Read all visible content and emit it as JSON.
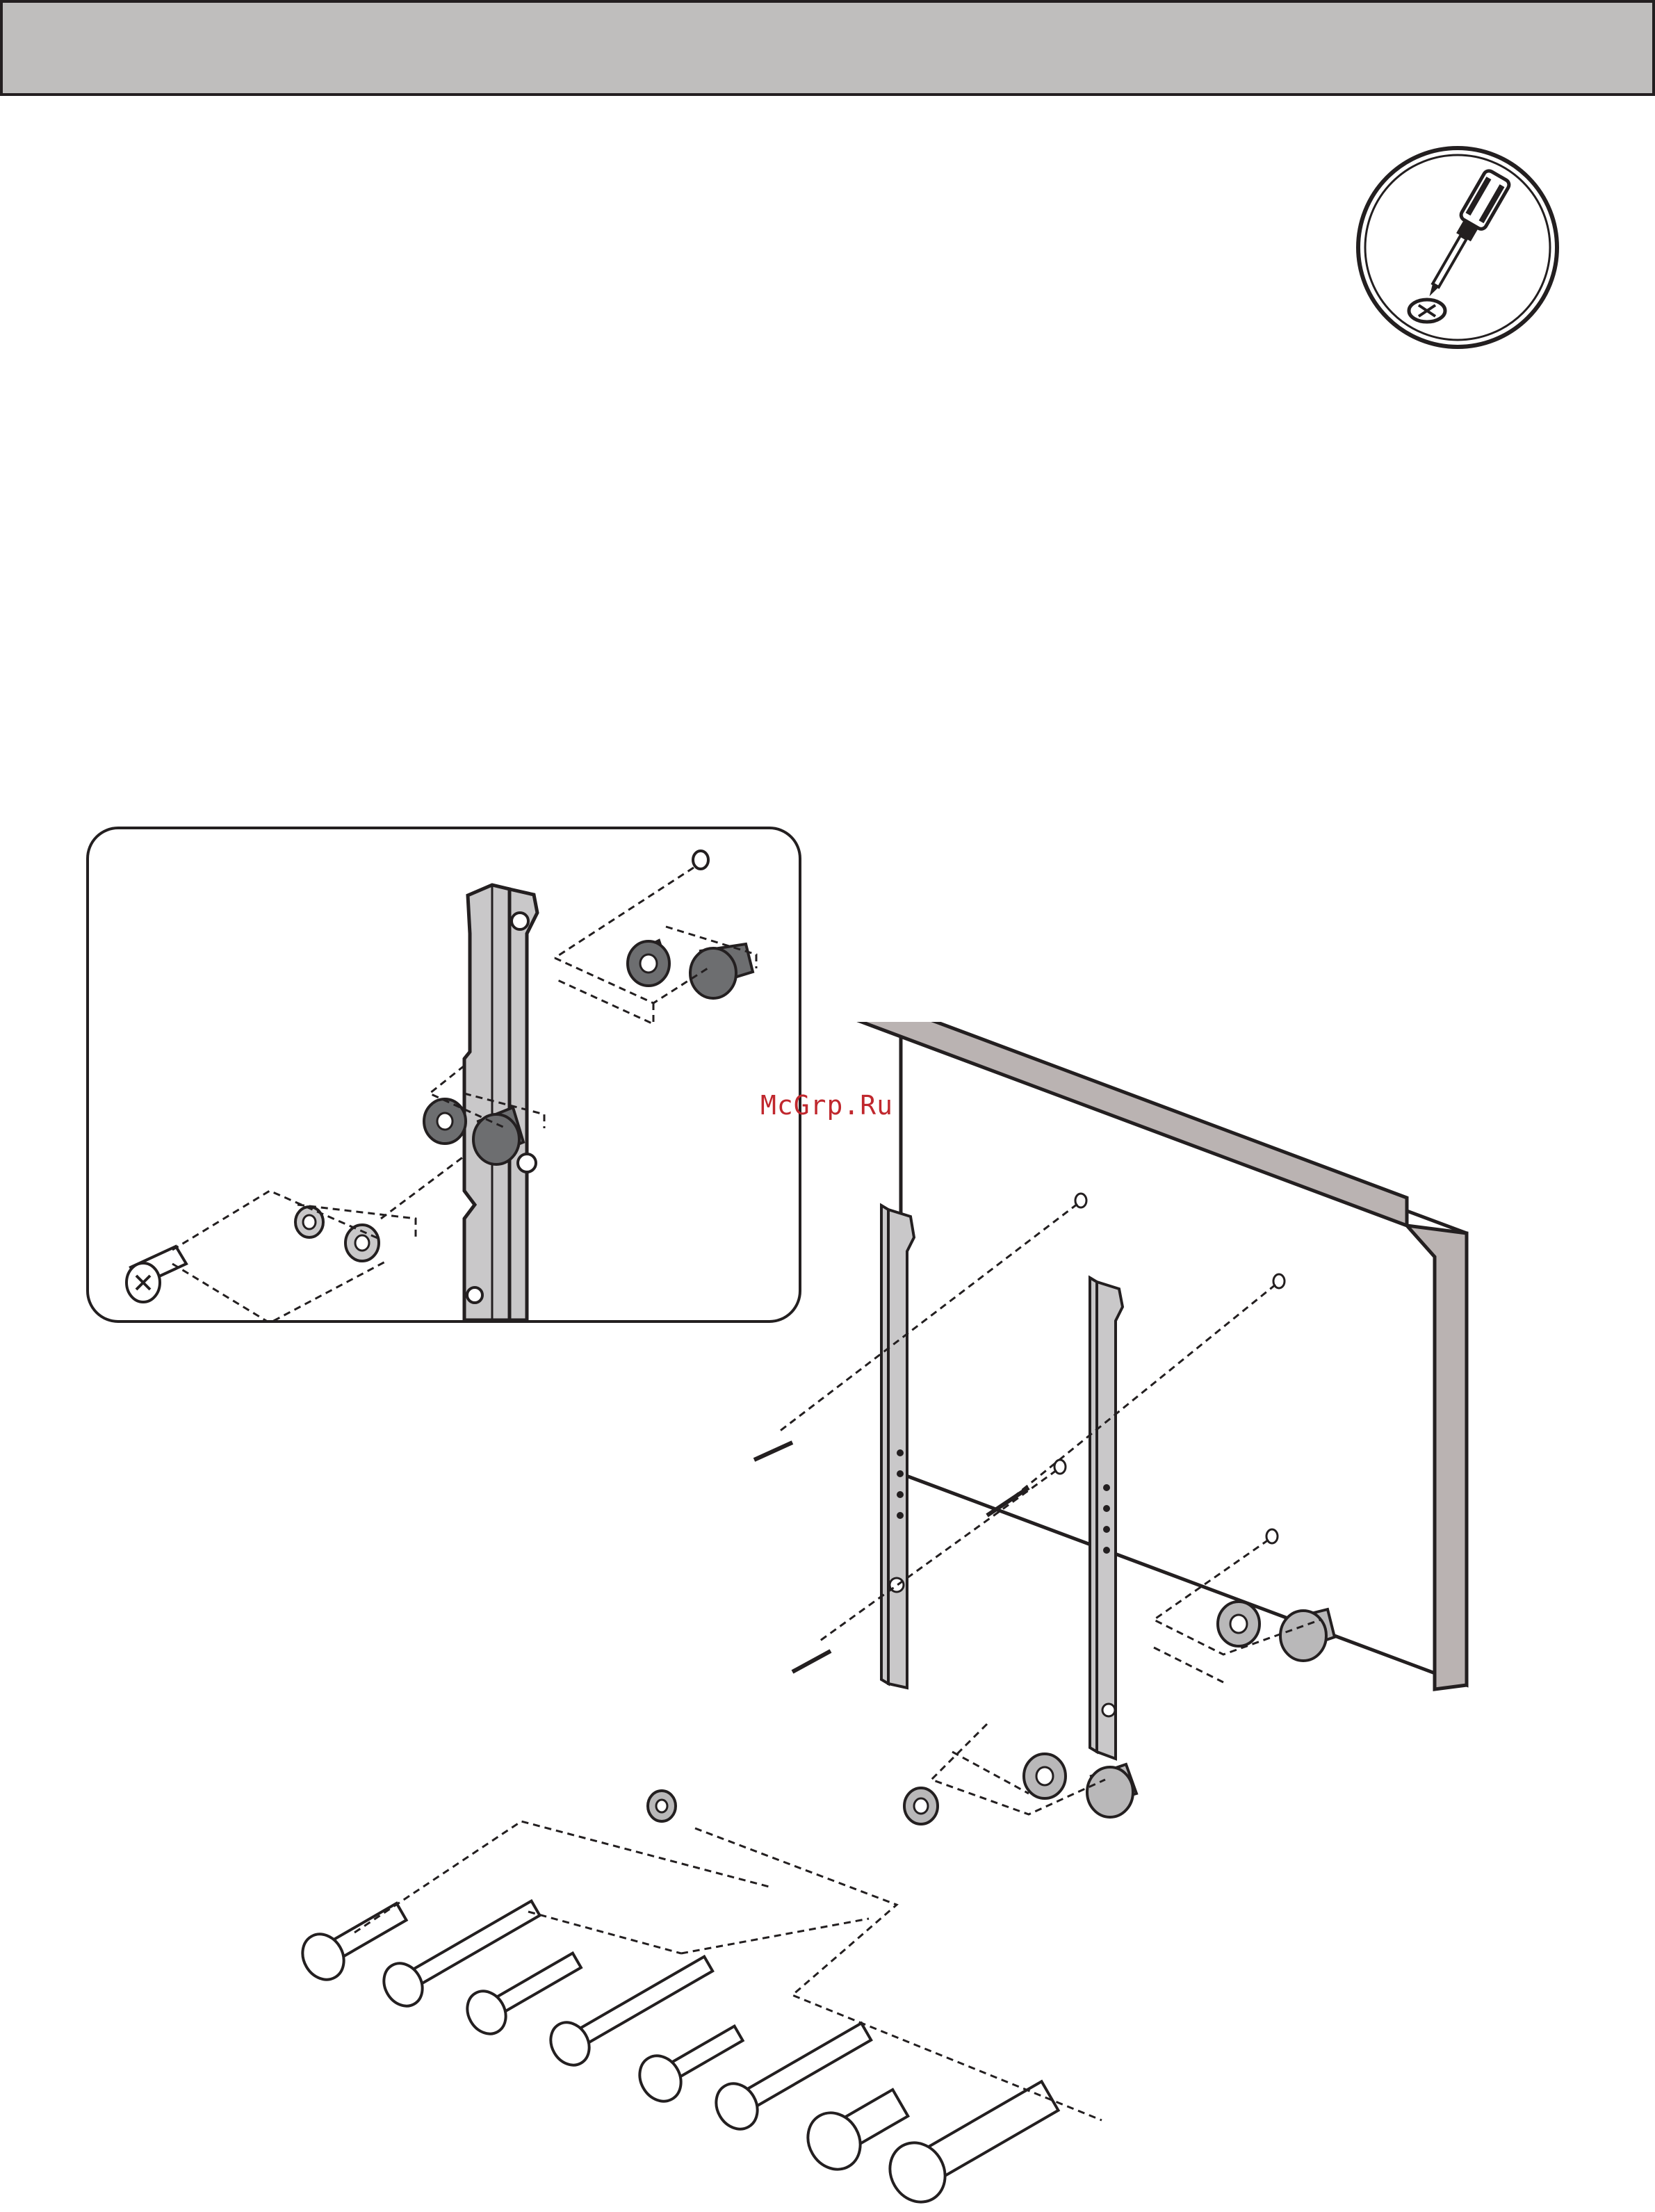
{
  "watermark": {
    "text": "McGrp.Ru",
    "color": "#c0272d"
  },
  "icons": {
    "tool": "screwdriver-icon",
    "detail": "mounting-detail-inset",
    "main": "tv-bracket-assembly-diagram"
  },
  "colors": {
    "outline": "#231f20",
    "header": "#bfbebd",
    "panel": "#bab3b2",
    "bracket": "#c9c8c9",
    "spacer_dark": "#6d6e70",
    "spacer_light": "#b9b8b9"
  },
  "screw_count": 8
}
